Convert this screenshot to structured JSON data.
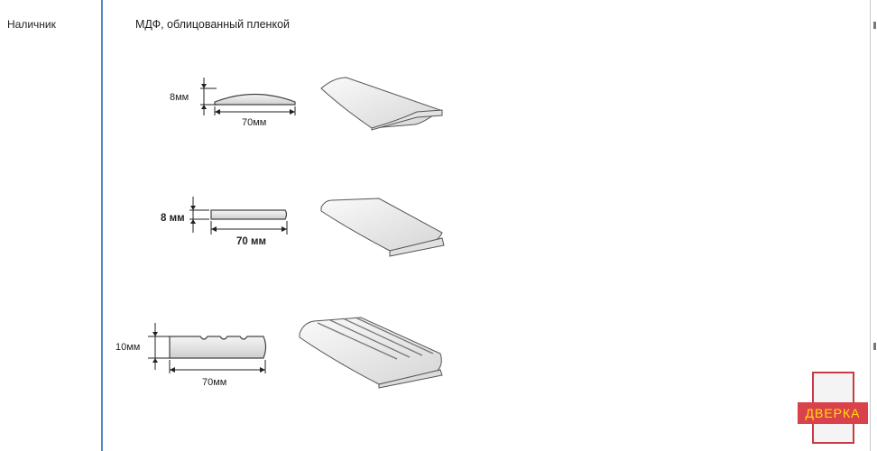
{
  "row": {
    "label": "Наличник",
    "description": "МДФ, облицованный пленкой"
  },
  "profiles": [
    {
      "thickness_label": "8мм",
      "width_label": "70мм"
    },
    {
      "thickness_label": "8 мм",
      "width_label": "70 мм"
    },
    {
      "thickness_label": "10мм",
      "width_label": "70мм"
    }
  ],
  "logo": {
    "text": "ДВЕРКА"
  },
  "colors": {
    "table_border": "#5b86c4",
    "logo_red": "#d9414b",
    "logo_yellow": "#ffe000"
  }
}
